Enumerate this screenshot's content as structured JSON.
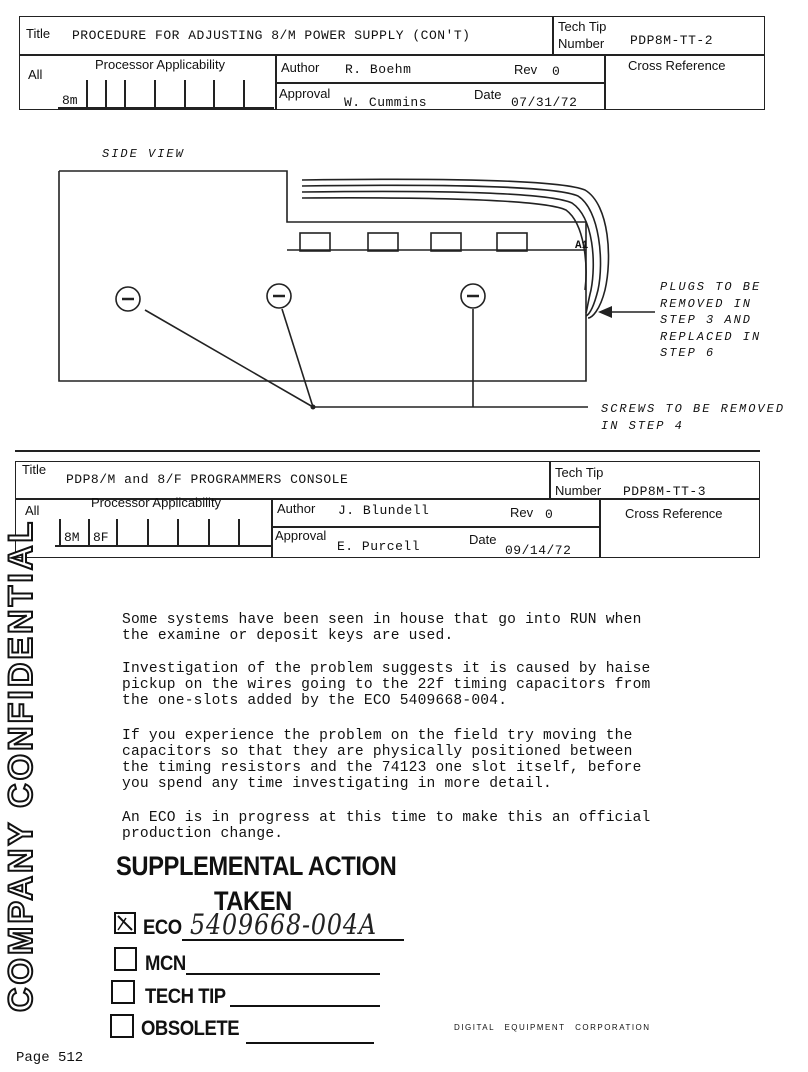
{
  "tip1": {
    "title_label": "Title",
    "title": "PROCEDURE FOR ADJUSTING 8/M POWER SUPPLY (CON'T)",
    "techtip_label_1": "Tech Tip",
    "techtip_label_2": "Number",
    "number": "PDP8M-TT-2",
    "all_label": "All",
    "processor_label": "Processor Applicability",
    "processor_8m": "8m",
    "author_label": "Author",
    "author": "R. Boehm",
    "rev_label": "Rev",
    "rev": "0",
    "crossref_label": "Cross Reference",
    "approval_label": "Approval",
    "approval": "W. Cummins",
    "date_label": "Date",
    "date": "07/31/72"
  },
  "diagram": {
    "side_view": "SIDE VIEW",
    "a1_label": "A1",
    "plugs_note": [
      "PLUGS TO BE",
      "REMOVED IN",
      "STEP 3 AND",
      "REPLACED IN",
      "STEP 6"
    ],
    "screws_note": [
      "SCREWS TO BE REMOVED",
      "IN STEP 4"
    ]
  },
  "tip2": {
    "title_label": "Title",
    "title": "PDP8/M and 8/F PROGRAMMERS CONSOLE",
    "techtip_label_1": "Tech Tip",
    "techtip_label_2": "Number",
    "number": "PDP8M-TT-3",
    "all_label": "All",
    "processor_label": "Processor Applicability",
    "processor_8m": "8M",
    "processor_8f": "8F",
    "author_label": "Author",
    "author": "J. Blundell",
    "rev_label": "Rev",
    "rev": "0",
    "crossref_label": "Cross Reference",
    "approval_label": "Approval",
    "approval": "E. Purcell",
    "date_label": "Date",
    "date": "09/14/72"
  },
  "body": {
    "p1": "Some systems have been seen in house that go into RUN when\nthe examine or deposit keys are used.",
    "p2": "Investigation of the problem suggests it is caused by haise\npickup on the wires going to the 22f timing capacitors from\nthe one-slots added by the ECO 5409668-004.",
    "p3": "If you experience the problem on the field try moving the\ncapacitors so that they are physically positioned between\nthe timing resistors and the 74123 one slot itself, before\nyou spend any time investigating in more detail.",
    "p4": "An ECO is in progress at this time to make this an official\nproduction change."
  },
  "supplemental": {
    "line1": "SUPPLEMENTAL ACTION",
    "line2": "TAKEN",
    "items": [
      {
        "label": "ECO",
        "value": "5409668-004A",
        "checked": true
      },
      {
        "label": "MCN",
        "value": "",
        "checked": false
      },
      {
        "label": "TECH TIP",
        "value": "",
        "checked": false
      },
      {
        "label": "OBSOLETE",
        "value": "",
        "checked": false
      }
    ]
  },
  "footer": {
    "company": "DIGITAL EQUIPMENT CORPORATION",
    "page": "Page 512",
    "side_stamp": "COMPANY CONFIDENTIAL"
  }
}
